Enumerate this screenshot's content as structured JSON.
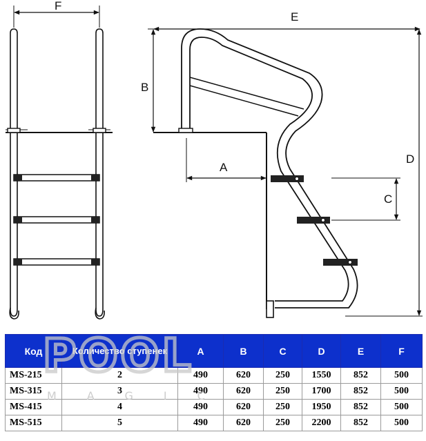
{
  "diagram": {
    "labels": {
      "a": "A",
      "b": "B",
      "c": "C",
      "d": "D",
      "e": "E",
      "f": "F"
    }
  },
  "table": {
    "headers": [
      "Код",
      "Количество ступенек",
      "A",
      "B",
      "C",
      "D",
      "E",
      "F"
    ],
    "rows": [
      [
        "MS-215",
        "2",
        "490",
        "620",
        "250",
        "1550",
        "852",
        "500"
      ],
      [
        "MS-315",
        "3",
        "490",
        "620",
        "250",
        "1700",
        "852",
        "500"
      ],
      [
        "MS-415",
        "4",
        "490",
        "620",
        "250",
        "1950",
        "852",
        "500"
      ],
      [
        "MS-515",
        "5",
        "490",
        "620",
        "250",
        "2200",
        "852",
        "500"
      ]
    ]
  },
  "watermark": {
    "top": "POOL",
    "bottom": "MAGIC"
  },
  "colors": {
    "header_bg": "#0d30cc",
    "header_text": "#ffffff",
    "line": "#111111",
    "watermark": "#c8c8c8"
  }
}
